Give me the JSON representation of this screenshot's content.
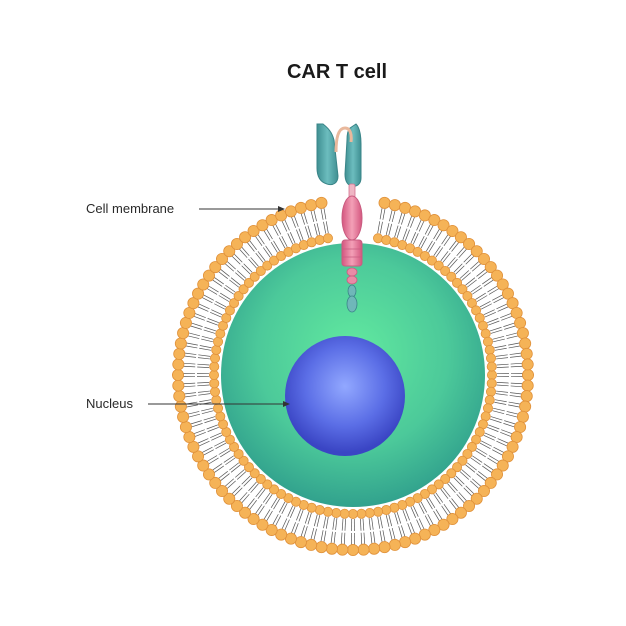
{
  "title": "CAR T cell",
  "labels": {
    "membrane": "Cell membrane",
    "nucleus": "Nucleus"
  },
  "colors": {
    "phospholipid_head": "#f5b357",
    "phospholipid_head_stroke": "#e0913a",
    "lipid_tail": "#555555",
    "cytoplasm_center": "#5fe3a6",
    "cytoplasm_edge": "#35a58e",
    "nucleus_center": "#8fa4ff",
    "nucleus_edge": "#3b49c9",
    "receptor_teal": "#4fa5a8",
    "receptor_pink": "#e5799a",
    "receptor_linker": "#efc1a7",
    "leader_line": "#333333"
  }
}
